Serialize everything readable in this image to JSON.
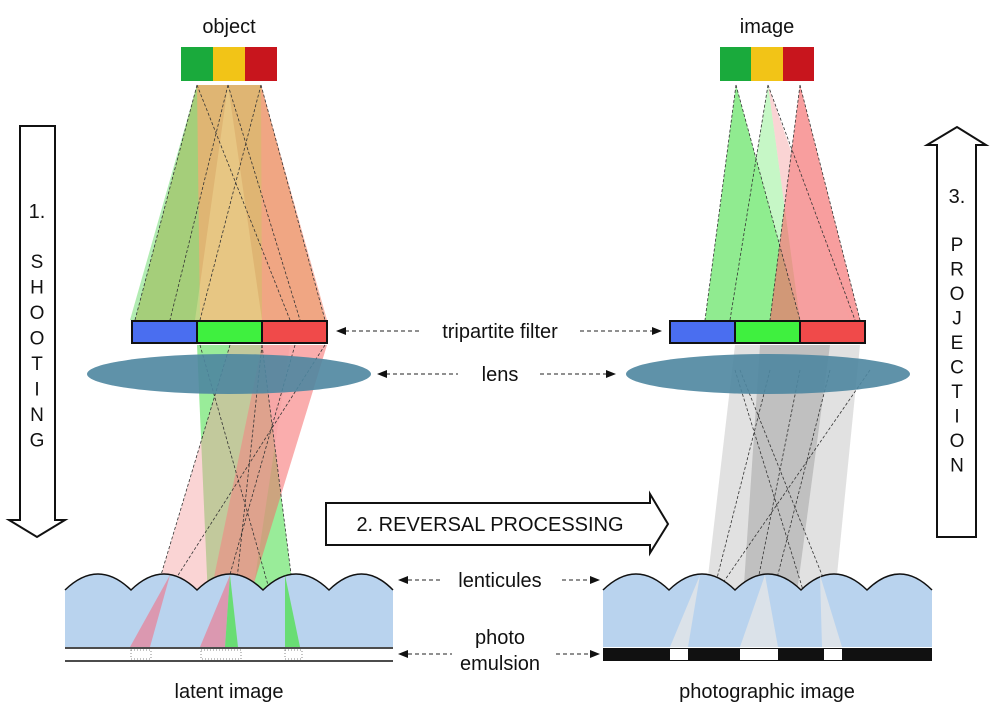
{
  "labels": {
    "object": "object",
    "image": "image",
    "tripartite_filter": "tripartite filter",
    "lens": "lens",
    "lenticules": "lenticules",
    "photo_emulsion_line1": "photo",
    "photo_emulsion_line2": "emulsion",
    "latent_image": "latent image",
    "photographic_image": "photographic image"
  },
  "steps": {
    "shooting_number": "1.",
    "shooting_letters": [
      "S",
      "H",
      "O",
      "O",
      "T",
      "I",
      "N",
      "G"
    ],
    "reversal": "2.   REVERSAL PROCESSING",
    "projection_number": "3.",
    "projection_letters": [
      "P",
      "R",
      "O",
      "J",
      "E",
      "C",
      "T",
      "I",
      "O",
      "N"
    ]
  },
  "colors": {
    "green": "#1aaa3c",
    "yellow": "#f2c417",
    "red": "#c8151d",
    "filter_blue": "#4a6ef0",
    "filter_green": "#3ff03f",
    "filter_red": "#f04a4a",
    "lens": "#4e86a0",
    "lenticule": "#b9d3ee"
  }
}
